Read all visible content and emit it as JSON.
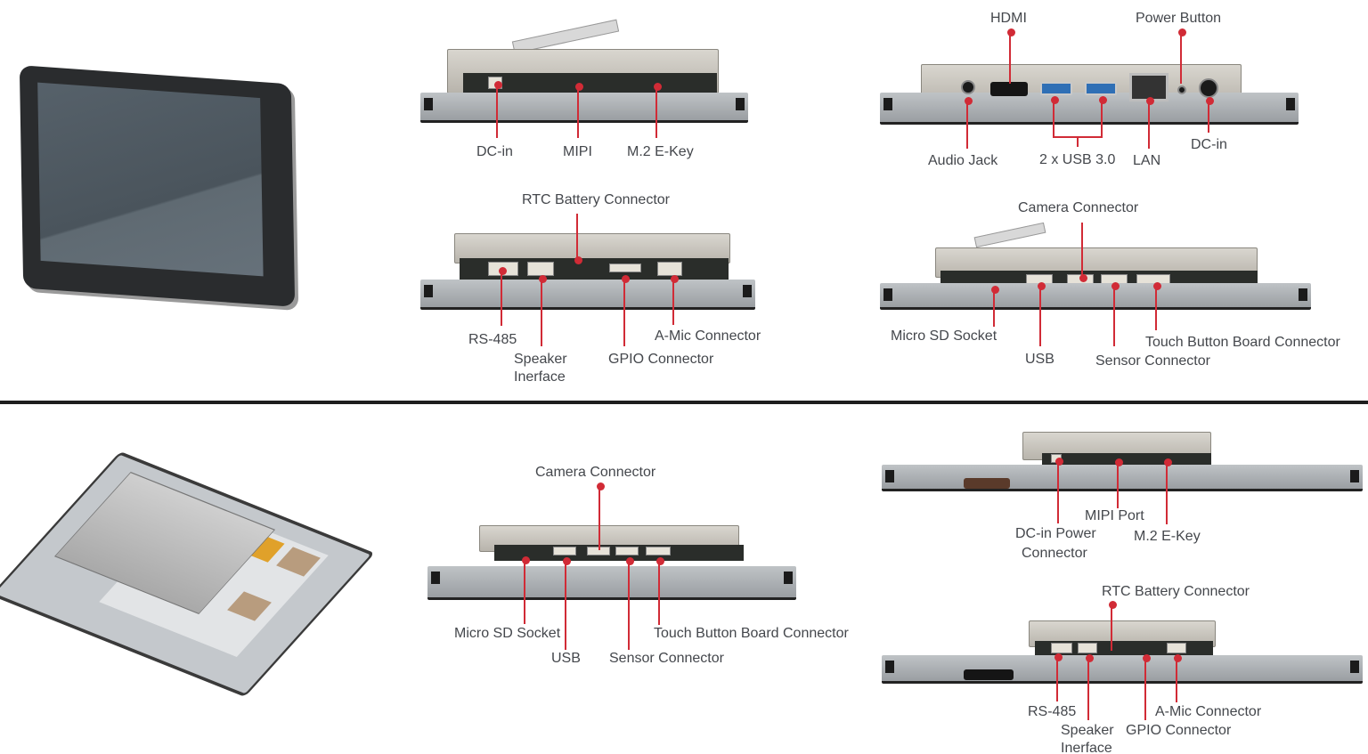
{
  "accent_color": "#d12b36",
  "top_section": {
    "side_top_left": {
      "labels": [
        "DC-in",
        "MIPI",
        "M.2 E-Key"
      ]
    },
    "side_top_right": {
      "labels": [
        "HDMI",
        "Power Button",
        "Audio Jack",
        "2 x USB 3.0",
        "LAN",
        "DC-in"
      ]
    },
    "side_mid_left": {
      "labels": [
        "RTC Battery Connector",
        "RS-485",
        "Speaker Inerface",
        "A-Mic Connector",
        "GPIO Connector"
      ]
    },
    "side_mid_right": {
      "labels": [
        "Camera Connector",
        "Micro SD Socket",
        "USB",
        "Touch Button Board Connector",
        "Sensor Connector"
      ]
    }
  },
  "bottom_section": {
    "side_center": {
      "labels": [
        "Camera Connector",
        "Micro SD Socket",
        "USB",
        "Touch Button Board Connector",
        "Sensor Connector"
      ]
    },
    "side_top_right": {
      "labels": [
        "MIPI Port",
        "DC-in Power",
        "Connector",
        "M.2 E-Key"
      ]
    },
    "side_bottom_right": {
      "labels": [
        "RTC Battery Connector",
        "RS-485",
        "A-Mic Connector",
        "Speaker",
        "GPIO Connector",
        "Inerface"
      ]
    }
  },
  "speaker_lines": [
    "Speaker",
    "Inerface"
  ]
}
